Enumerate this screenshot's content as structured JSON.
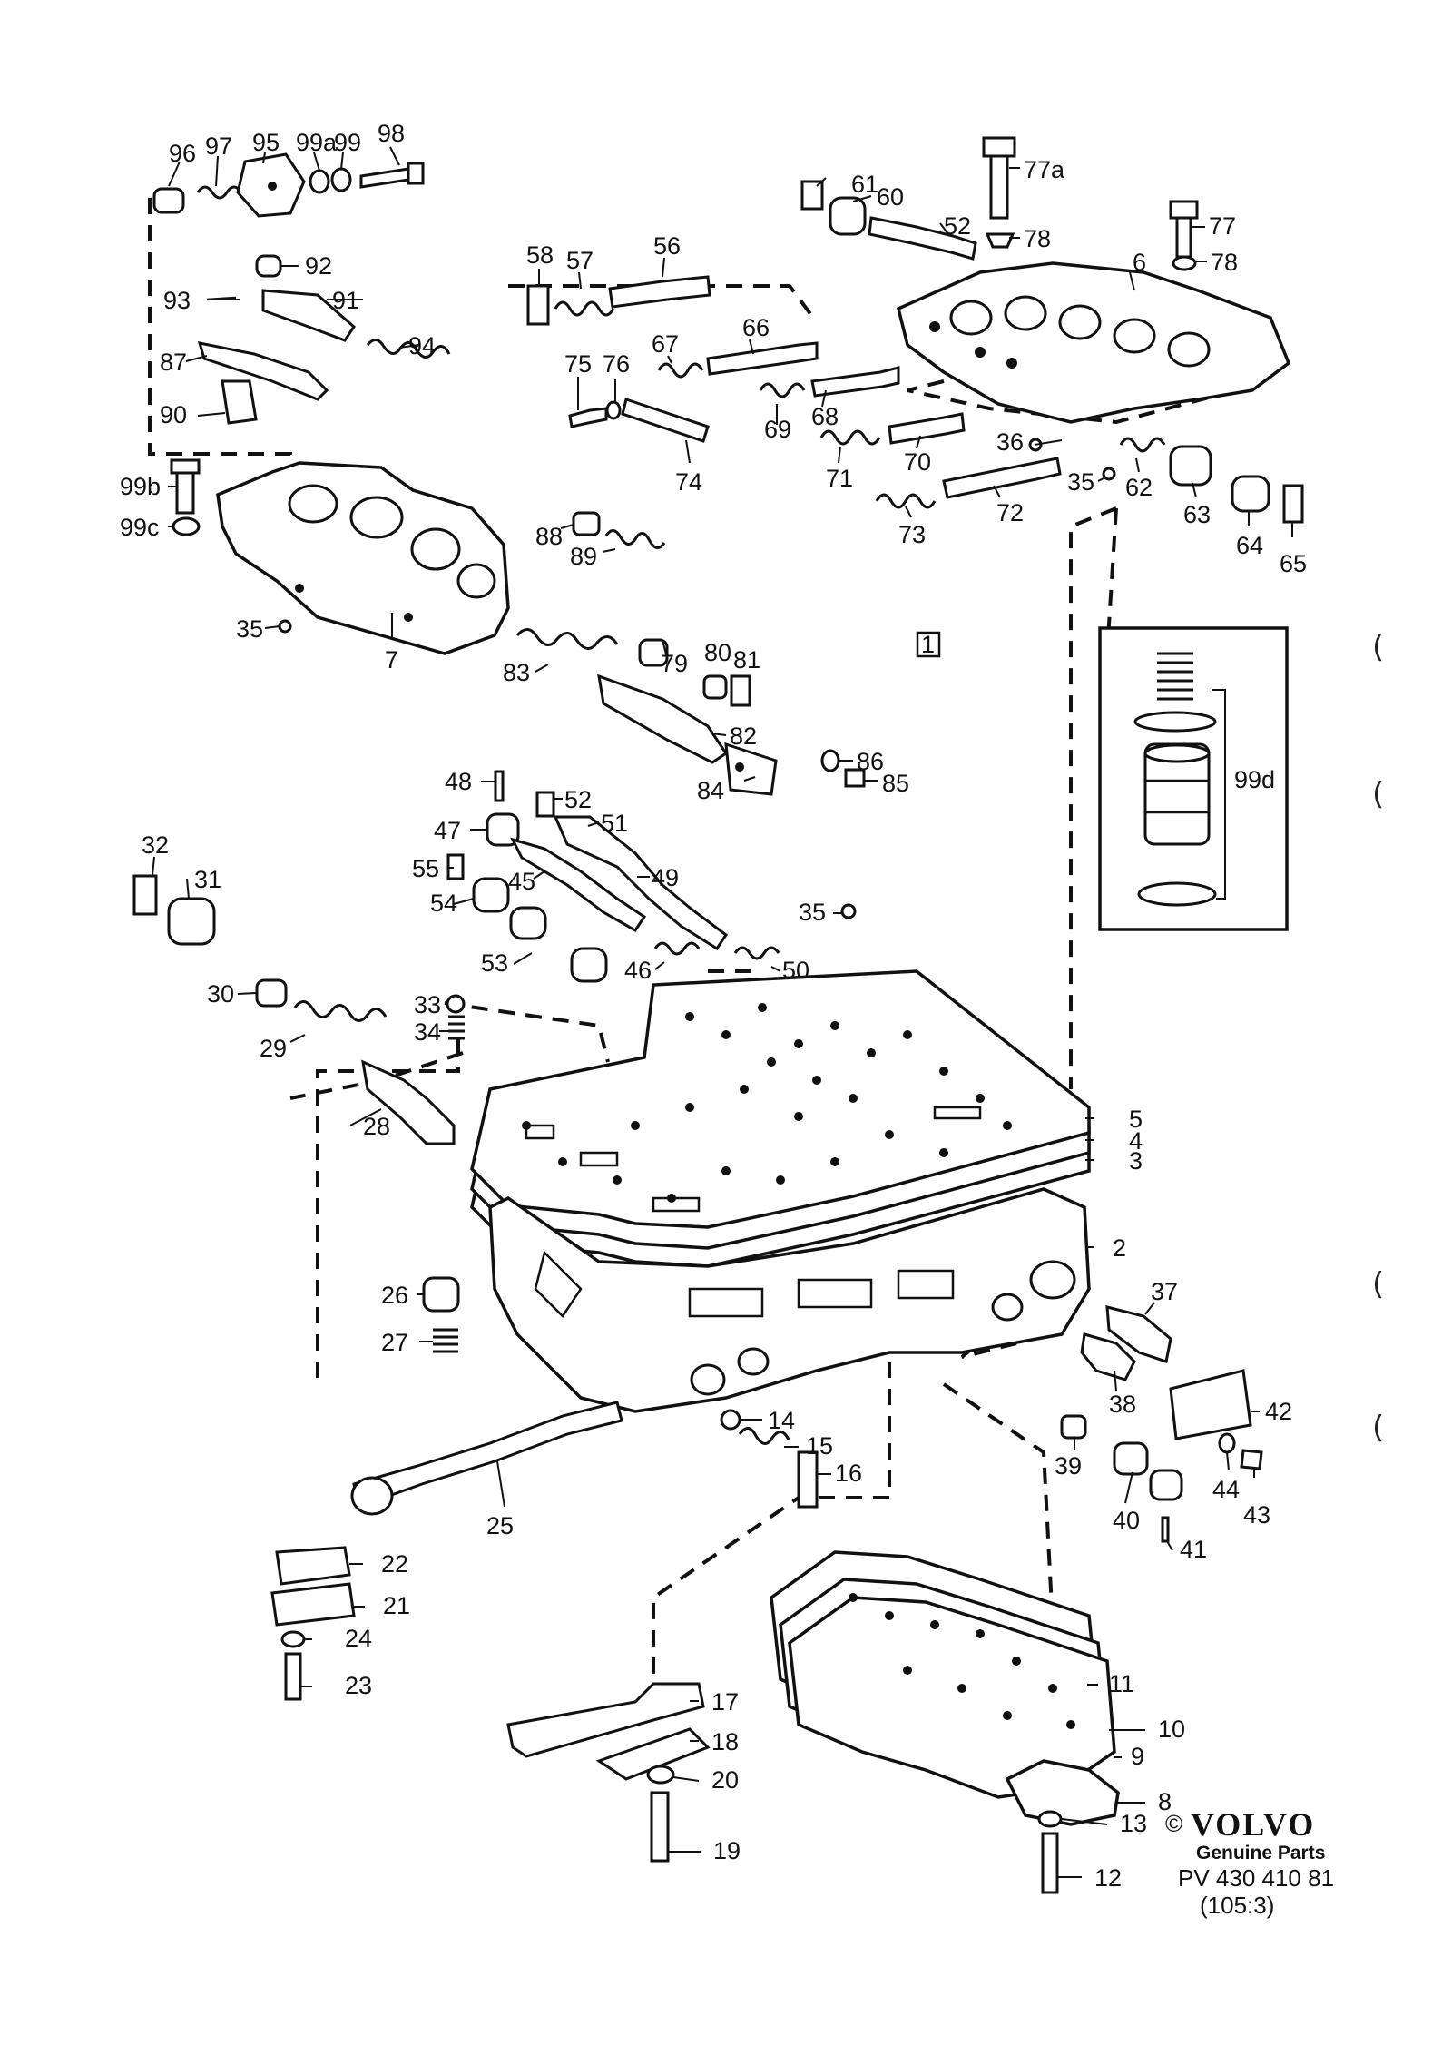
{
  "brand": {
    "copyright_symbol": "©",
    "name": "VOLVO",
    "subtitle": "Genuine Parts",
    "code": "PV 430 410 81",
    "page": "(105:3)"
  },
  "group_badge": "1",
  "inset_label": "99d",
  "margin_marks": [
    "(",
    "(",
    "(",
    "("
  ],
  "callouts": {
    "c96": "96",
    "c97": "97",
    "c95": "95",
    "c99a": "99a",
    "c99": "99",
    "c98": "98",
    "c92": "92",
    "c93": "93",
    "c91": "91",
    "c94": "94",
    "c87": "87",
    "c90": "90",
    "c99b": "99b",
    "c99c": "99c",
    "c35a": "35",
    "c7": "7",
    "c88": "88",
    "c89": "89",
    "c79": "79",
    "c80": "80",
    "c81": "81",
    "c83": "83",
    "c82": "82",
    "c84": "84",
    "c86": "86",
    "c85": "85",
    "c58": "58",
    "c57": "57",
    "c56": "56",
    "c67": "67",
    "c66": "66",
    "c75": "75",
    "c76": "76",
    "c74": "74",
    "c69": "69",
    "c68": "68",
    "c71": "71",
    "c70": "70",
    "c73": "73",
    "c72": "72",
    "c36": "36",
    "c35b": "35",
    "c62": "62",
    "c63": "63",
    "c64": "64",
    "c65": "65",
    "c61": "61",
    "c60": "60",
    "c52a": "52",
    "c77a": "77a",
    "c78a": "78",
    "c77": "77",
    "c78b": "78",
    "c6": "6",
    "c48": "48",
    "c52b": "52",
    "c47": "47",
    "c51": "51",
    "c55": "55",
    "c45": "45",
    "c49": "49",
    "c54": "54",
    "c53": "53",
    "c46": "46",
    "c50": "50",
    "c35c": "35",
    "c32": "32",
    "c31": "31",
    "c30": "30",
    "c29": "29",
    "c33": "33",
    "c34": "34",
    "c28": "28",
    "c5": "5",
    "c4": "4",
    "c3": "3",
    "c2": "2",
    "c26": "26",
    "c27": "27",
    "c37": "37",
    "c38": "38",
    "c42": "42",
    "c39": "39",
    "c40": "40",
    "c41": "41",
    "c44": "44",
    "c43": "43",
    "c14": "14",
    "c15": "15",
    "c16": "16",
    "c25": "25",
    "c22": "22",
    "c21": "21",
    "c24": "24",
    "c23": "23",
    "c17": "17",
    "c18": "18",
    "c20": "20",
    "c19": "19",
    "c11": "11",
    "c10": "10",
    "c9": "9",
    "c8": "8",
    "c13": "13",
    "c12": "12"
  },
  "colors": {
    "ink": "#111111",
    "paper": "#ffffff"
  }
}
